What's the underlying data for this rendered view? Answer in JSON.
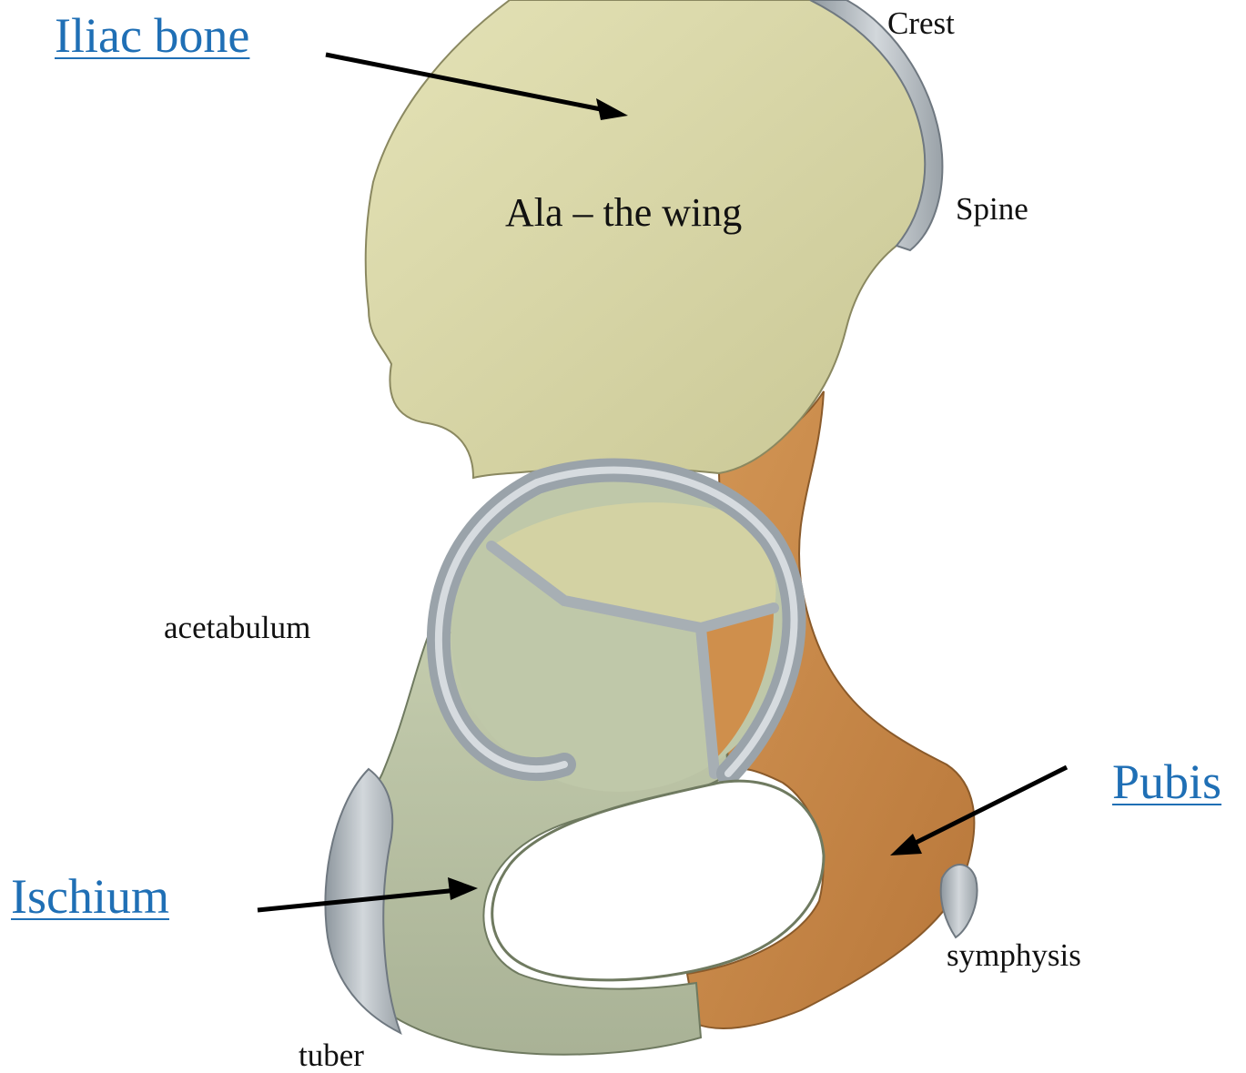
{
  "labels": {
    "iliac_bone": "Iliac bone",
    "ischium": "Ischium",
    "pubis": "Pubis",
    "crest": "Crest",
    "spine": "Spine",
    "ala": "Ala – the wing",
    "acetabulum": "acetabulum",
    "symphysis": "symphysis",
    "tuber": "tuber"
  },
  "colors": {
    "ilium": "#d8d6a8",
    "ischium": "#b9c2a4",
    "pubis": "#c98a48",
    "cartilage": "#a9b0b6",
    "link": "#1f6fb5",
    "arrow": "#000000"
  }
}
